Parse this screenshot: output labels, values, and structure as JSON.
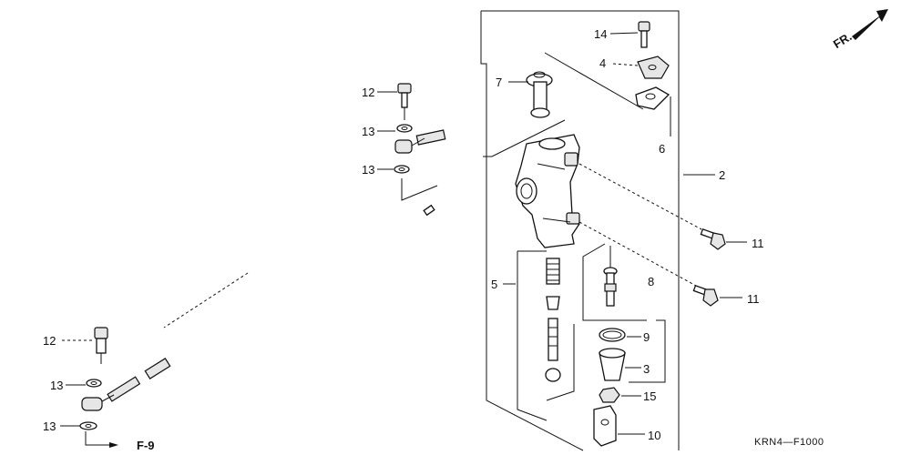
{
  "callouts": {
    "c14": "14",
    "c4": "4",
    "c7": "7",
    "c6": "6",
    "c2": "2",
    "c12_top": "12",
    "c13_a": "13",
    "c13_b": "13",
    "c11_a": "11",
    "c11_b": "11",
    "c5": "5",
    "c8": "8",
    "c9": "9",
    "c3": "3",
    "c15": "15",
    "c10": "10",
    "c12_bottom": "12",
    "c13_c": "13",
    "c13_d": "13"
  },
  "direction_label": "FR.",
  "reference": "F-9",
  "diagram_code": "KRN4—F1000"
}
